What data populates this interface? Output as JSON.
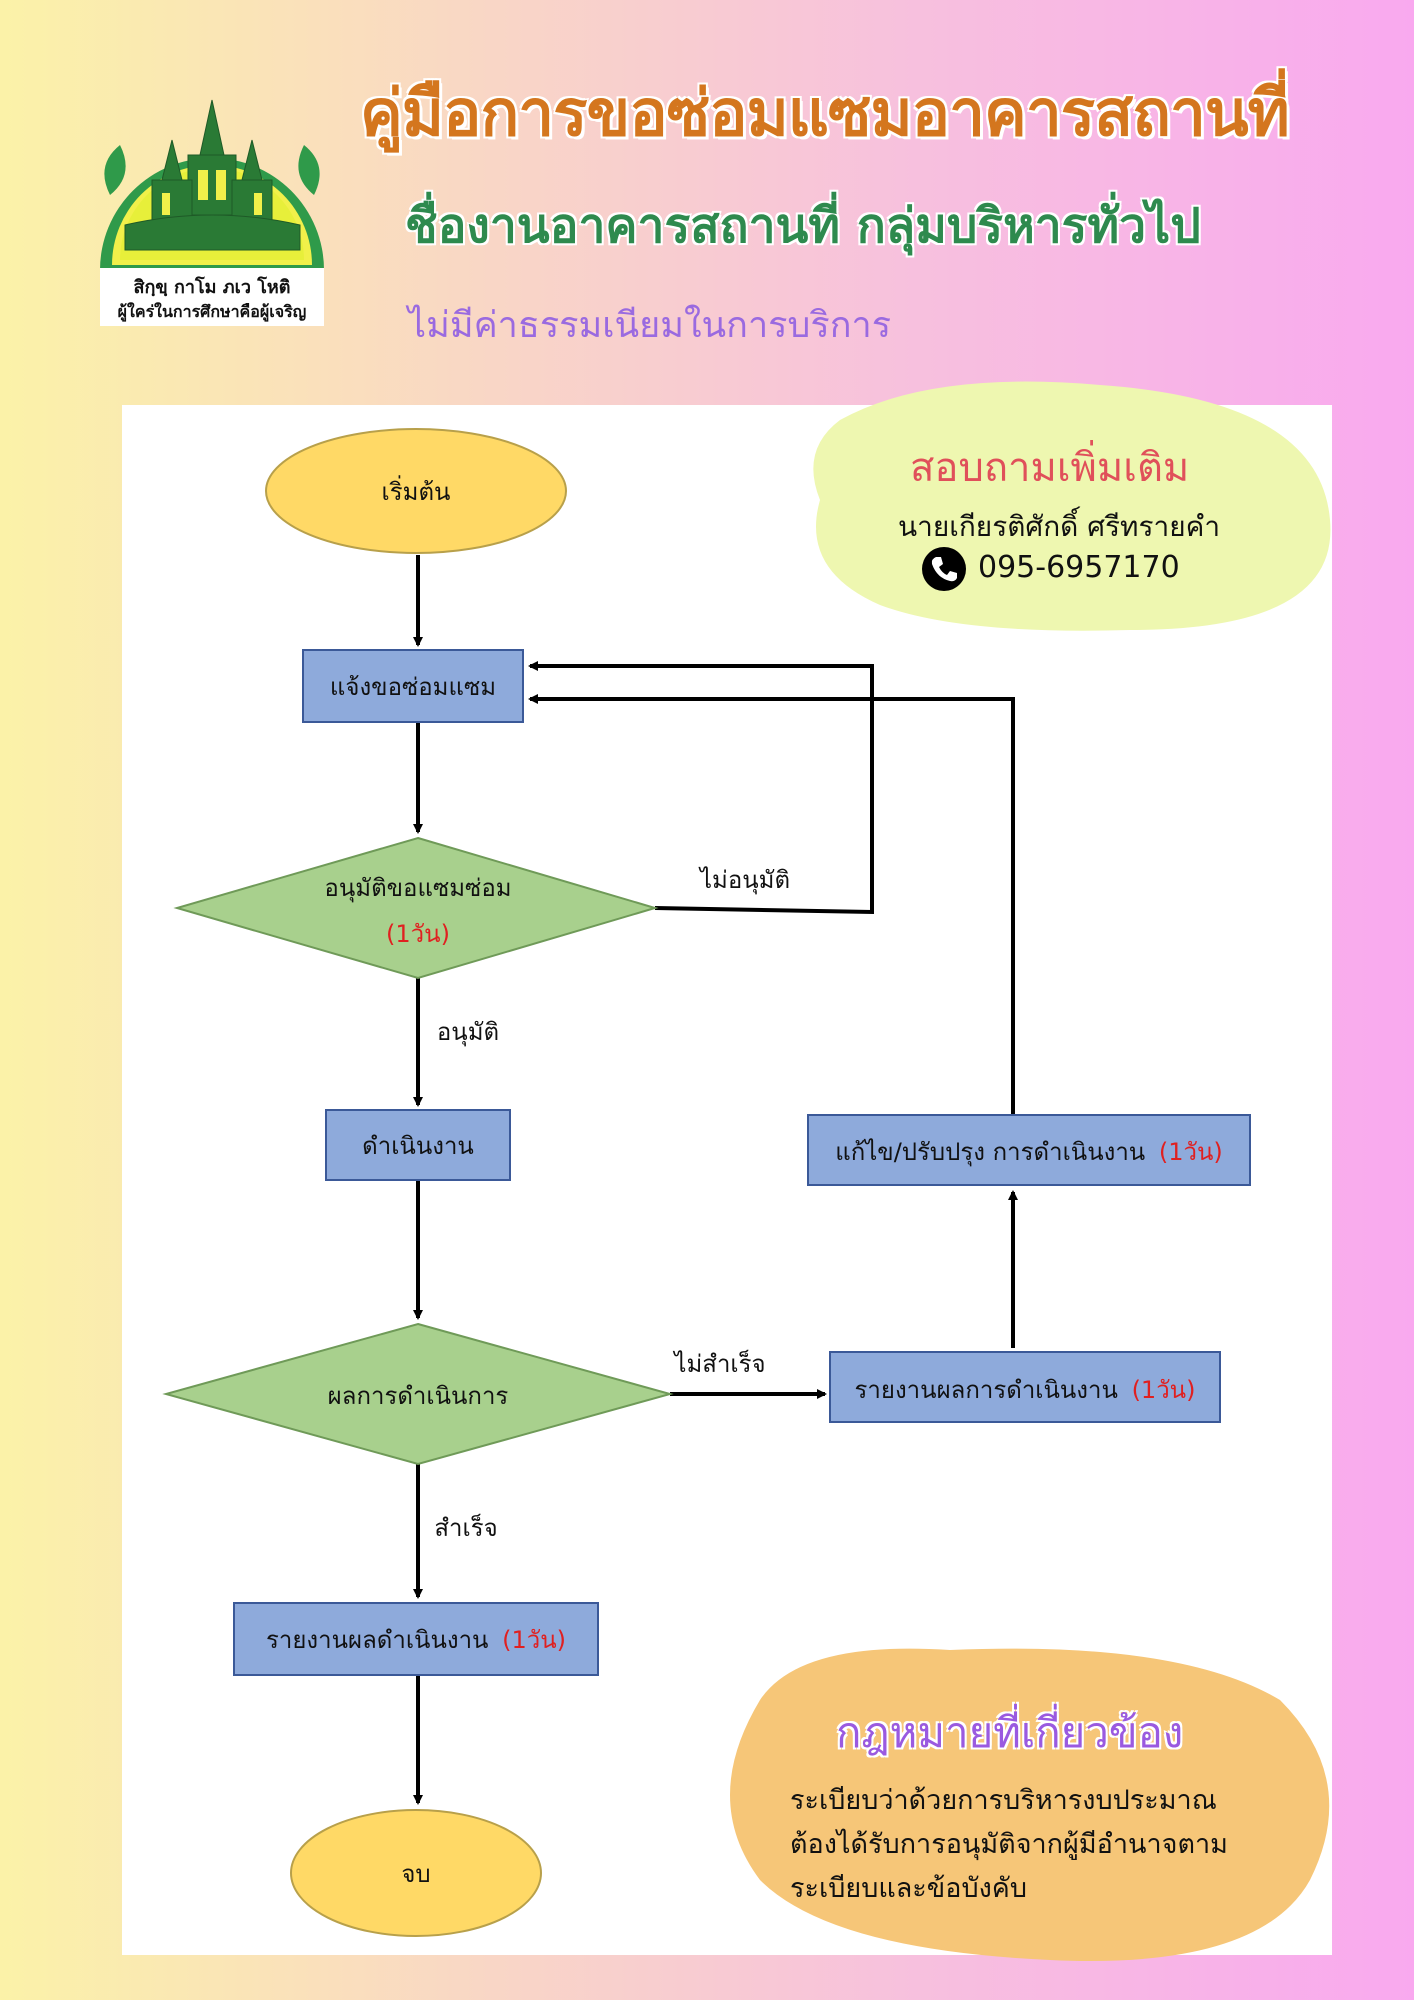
{
  "header": {
    "title": "คู่มือการขอซ่อมแซมอาคารสถานที่",
    "subtitle": "ชื่องานอาคารสถานที่ กลุ่มบริหารทั่วไป",
    "fee_note": "ไม่มีค่าธรรมเนียมในการบริการ"
  },
  "logo": {
    "motto_line1": "สิกฺขฺ กาโม ภเว โหติ",
    "motto_line2": "ผู้ใคร่ในการศึกษาคือผู้เจริญ"
  },
  "contact": {
    "title": "สอบถามเพิ่มเติม",
    "name": "นายเกียรติศักดิ์ ศรีทรายคำ",
    "phone": "095-6957170",
    "icon": "phone-icon"
  },
  "flow": {
    "start": "เริ่มต้น",
    "request": "แจ้งขอซ่อมแซม",
    "approve_q": "อนุมัติขอแซมซ่อม",
    "approve_days": "(1วัน)",
    "not_approved": "ไม่อนุมัติ",
    "approved": "อนุมัติ",
    "operate": "ดำเนินงาน",
    "result_q": "ผลการดำเนินการ",
    "failed": "ไม่สำเร็จ",
    "success": "สำเร็จ",
    "report_fail": "รายงานผลการดำเนินงาน",
    "report_fail_days": "(1วัน)",
    "fix": "แก้ไข/ปรับปรุง การดำเนินงาน",
    "fix_days": "(1วัน)",
    "report_done": "รายงานผลดำเนินงาน",
    "report_done_days": "(1วัน)",
    "end": "จบ"
  },
  "law": {
    "title": "กฎหมายที่เกี่ยวข้อง",
    "lines": [
      "ระเบียบว่าด้วยการบริหารงบประมาณ",
      "ต้องได้รับการอนุมัติจากผู้มีอำนาจตาม",
      "ระเบียบและข้อบังคับ"
    ]
  },
  "colors": {
    "box_fill": "#8eaadb",
    "box_stroke": "#3b5998",
    "diamond_fill": "#a8d08d",
    "oval_fill": "#ffd966",
    "days_red": "#e02020",
    "contact_blob": "#eef7b0",
    "law_blob": "#f6c678"
  }
}
